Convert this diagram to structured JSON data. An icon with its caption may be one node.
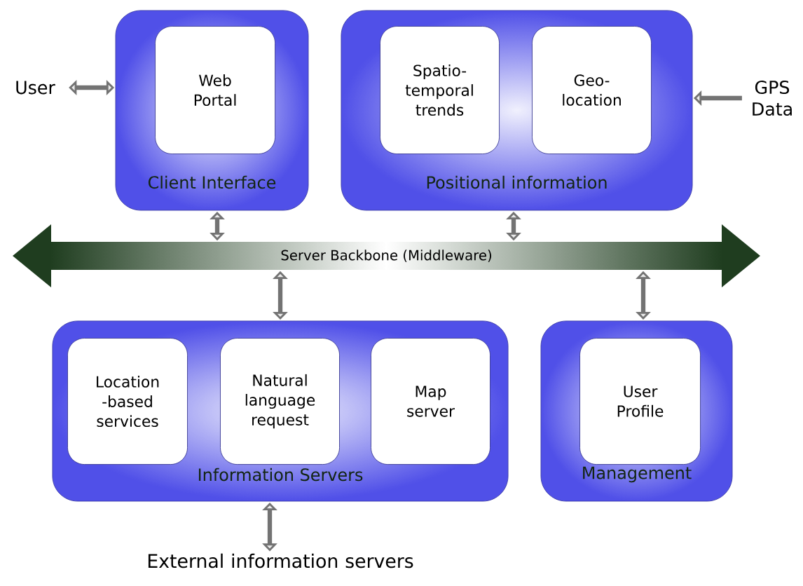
{
  "diagram": {
    "nodes": [
      {
        "text": [
          "Client Interface"
        ]
      },
      {
        "text": [
          "Web Portal"
        ],
        "in": 0
      },
      {
        "text": [
          "Positional information"
        ]
      },
      {
        "text": [
          "Spatio-temporal trends"
        ],
        "in": 2
      },
      {
        "text": [
          "Geo-location"
        ],
        "in": 2
      },
      {
        "text": [
          "User"
        ]
      },
      {
        "text": [
          "GPS Data"
        ]
      },
      {
        "text": [
          "Server Backbone (Middleware)"
        ]
      },
      {
        "text": [
          "Information Servers"
        ]
      },
      {
        "text": [
          "Location -based services"
        ],
        "in": 8
      },
      {
        "text": [
          "Natural language request"
        ],
        "in": 8
      },
      {
        "text": [
          "Map server"
        ],
        "in": 8
      },
      {
        "text": [
          "Management"
        ]
      },
      {
        "text": [
          "User Profile"
        ],
        "in": 12
      },
      {
        "text": [
          "External information servers"
        ]
      }
    ],
    "edges": [
      {
        "from": 5,
        "to": 0,
        "arrow": "both"
      },
      {
        "from": 6,
        "to": 2,
        "arrow": "to"
      },
      {
        "from": 0,
        "to": 7,
        "arrow": "both"
      },
      {
        "from": 2,
        "to": 7,
        "arrow": "both"
      },
      {
        "from": 8,
        "to": 7,
        "arrow": "both"
      },
      {
        "from": 12,
        "to": 7,
        "arrow": "both"
      },
      {
        "from": 14,
        "to": 8,
        "arrow": "both"
      }
    ]
  }
}
